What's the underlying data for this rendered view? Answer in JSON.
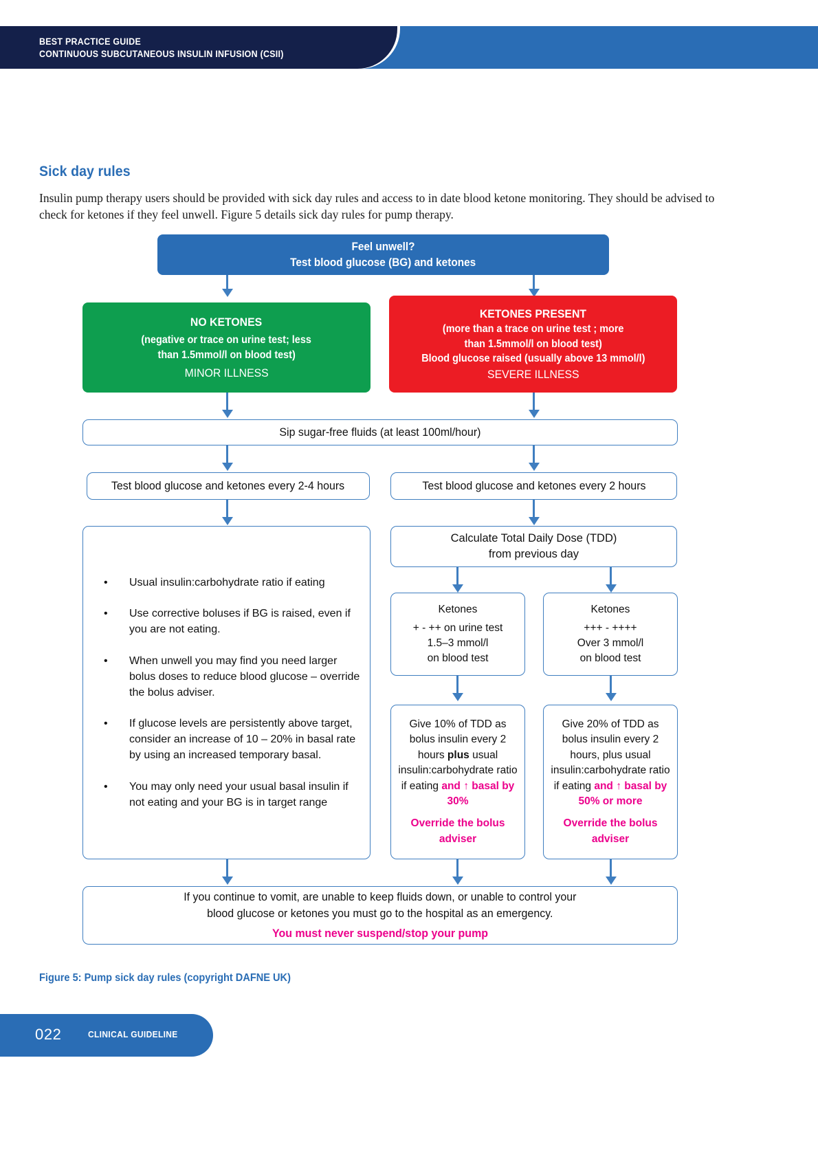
{
  "header": {
    "line1": "BEST PRACTICE GUIDE",
    "line2": "CONTINUOUS SUBCUTANEOUS INSULIN INFUSION (CSII)",
    "navy_color": "#14204a",
    "blue_color": "#2a6db5"
  },
  "section": {
    "title": "Sick day rules",
    "intro": "Insulin pump therapy users should be provided with sick day rules and access to in date blood ketone monitoring. They should be advised to check for ketones if they feel unwell. Figure 5 details sick day rules for pump therapy."
  },
  "flowchart": {
    "start": {
      "line1": "Feel unwell?",
      "line2": "Test blood glucose (BG) and ketones",
      "color": "#2a6db5"
    },
    "no_ketones": {
      "title": "NO KETONES",
      "detail_line1": "(negative or trace on urine test; less",
      "detail_line2": "than 1.5mmol/l on blood  test)",
      "severity": "MINOR ILLNESS",
      "color": "#0e9e4f"
    },
    "ketones_present": {
      "title": "KETONES PRESENT",
      "detail_line1": "(more than a trace on urine test ; more",
      "detail_line2": "than 1.5mmol/l on blood test)",
      "detail_line3": "Blood glucose raised (usually above 13 mmol/l)",
      "severity": "SEVERE ILLNESS",
      "color": "#ec1c24"
    },
    "fluids": "Sip sugar-free fluids (at least 100ml/hour)",
    "test_left": "Test blood glucose and ketones every 2-4 hours",
    "test_right": "Test blood glucose and ketones every 2 hours",
    "advice_bullets": [
      "Usual insulin:carbohydrate ratio if eating",
      "Use corrective boluses if BG is raised, even if you are not eating.",
      "When unwell you may find you need larger bolus doses to reduce blood glucose – override the bolus adviser.",
      "If glucose levels are persistently above target, consider an increase of 10 – 20% in basal rate by using an increased temporary basal.",
      "You may only need your usual basal insulin if not eating and your BG is in target range"
    ],
    "tdd": {
      "line1": "Calculate Total Daily Dose (TDD)",
      "line2": "from previous day"
    },
    "ketones_mid": {
      "title": "Ketones",
      "line1": "+  -  ++ on urine test",
      "line2": "1.5–3 mmol/l",
      "line3": "on blood test"
    },
    "ketones_high": {
      "title": "Ketones",
      "line1": "+++  -  ++++",
      "line2": "Over 3 mmol/l",
      "line3": "on blood test"
    },
    "give_10": {
      "part1": "Give 10% of TDD as bolus insulin every 2 hours ",
      "bold1": "plus",
      "part2": " usual insulin:carbohydrate ratio if eating ",
      "pink1": "and ↑ basal by 30%",
      "pink2": "Override the bolus adviser"
    },
    "give_20": {
      "part1": "Give 20% of TDD as bolus insulin every 2 hours, plus usual insulin:carbohydrate ratio if eating ",
      "pink1": "and ↑ basal by 50% or more",
      "pink2": "Override the bolus adviser"
    },
    "emergency": {
      "line1": "If you continue to vomit, are unable to keep fluids down, or unable to control your",
      "line2": "blood glucose or ketones you must go to the hospital as an emergency.",
      "pink": "You must never suspend/stop your pump",
      "pink_color": "#ec008c"
    }
  },
  "caption": "Figure 5: Pump sick day rules (copyright DAFNE UK)",
  "footer": {
    "page_number": "022",
    "label": "CLINICAL GUIDELINE",
    "color": "#2a6db5"
  }
}
